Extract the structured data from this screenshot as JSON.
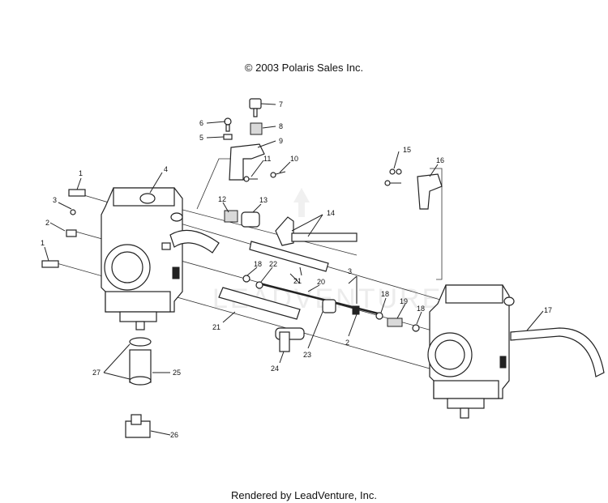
{
  "header": {
    "copyright": "© 2003 Polaris Sales Inc."
  },
  "footer": {
    "rendered_by": "Rendered by LeadVenture, Inc."
  },
  "watermark": {
    "text": "LEADVENTURE"
  },
  "callouts": [
    "1",
    "1",
    "2",
    "2",
    "3",
    "3",
    "4",
    "5",
    "6",
    "7",
    "8",
    "9",
    "10",
    "11",
    "12",
    "13",
    "14",
    "15",
    "16",
    "17",
    "18",
    "18",
    "18",
    "19",
    "20",
    "21",
    "21",
    "22",
    "23",
    "24",
    "25",
    "26",
    "27"
  ]
}
